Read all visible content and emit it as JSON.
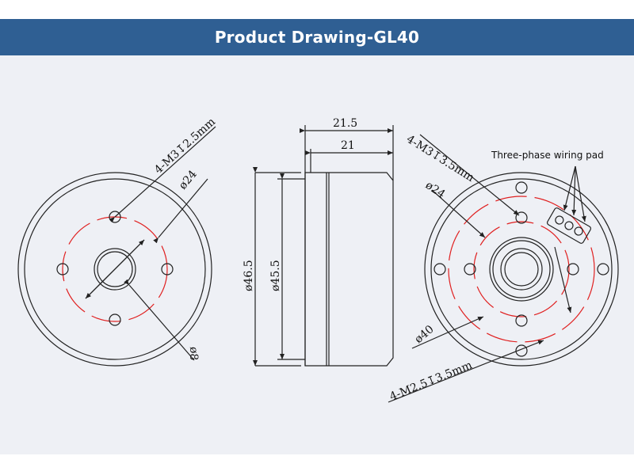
{
  "header": {
    "title": "Product Drawing-GL40"
  },
  "colors": {
    "header_bg": "#2f5f93",
    "drawing_bg": "#eef0f5",
    "line": "#222222",
    "pcd_dash": "#e02020"
  },
  "front_view": {
    "hole_label": "4-M3↧2.5mm",
    "pcd_label": "ø24",
    "bore_label": "ø8"
  },
  "side_view": {
    "total_length": "21.5",
    "body_length": "21",
    "outer_dia": "ø46.5",
    "body_dia": "ø45.5"
  },
  "rear_view": {
    "hole_label": "4-M3↧3.5mm",
    "pcd_inner_label": "ø24",
    "pcd_outer_label": "ø40",
    "hole_label_outer": "4-M2.5↧3.5mm",
    "wiring_note": "Three-phase wiring pad"
  }
}
